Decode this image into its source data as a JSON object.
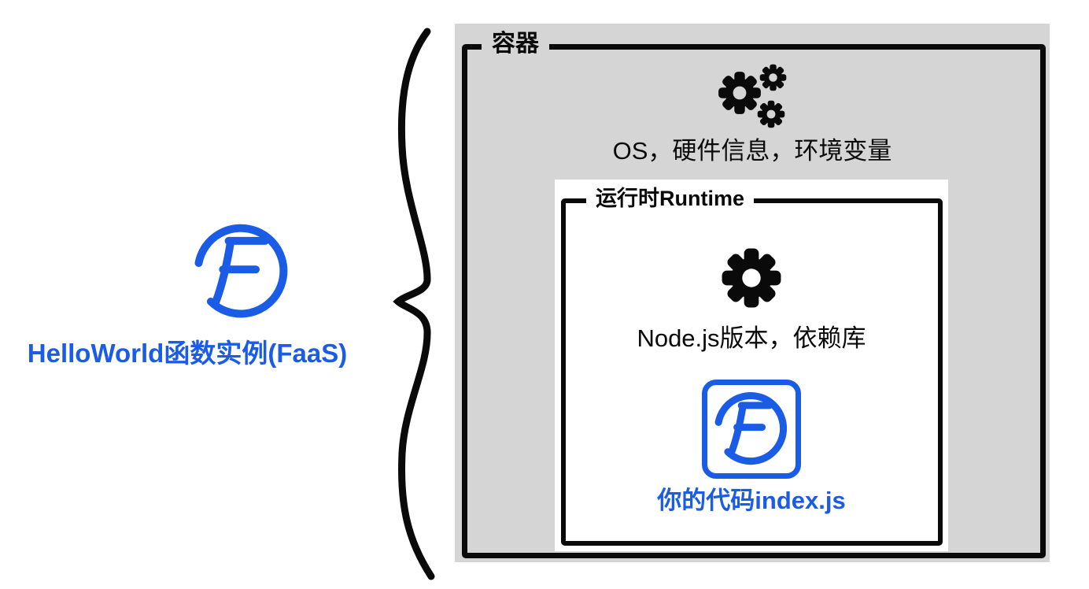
{
  "left_panel": {
    "caption": "HelloWorld函数实例(FaaS)"
  },
  "container_box": {
    "label": "容器",
    "env_caption": "OS，硬件信息，环境变量",
    "runtime_box": {
      "label": "运行时Runtime",
      "runtime_caption": "Node.js版本，依赖库",
      "code_caption": "你的代码index.js"
    }
  },
  "icons": {
    "function_logo": "F-letter-in-open-circle",
    "curly_brace": "hand-drawn-left-curly-brace",
    "gears_cluster": "one-large-and-two-small-gears",
    "gear": "single-gear",
    "code_logo": "F-letter-logo-in-rounded-square"
  },
  "colors": {
    "accent_blue": "#1b5ce6",
    "box_gray": "#d5d5d5",
    "ink_black": "#0a0a0a",
    "runtime_bg": "#ffffff"
  }
}
